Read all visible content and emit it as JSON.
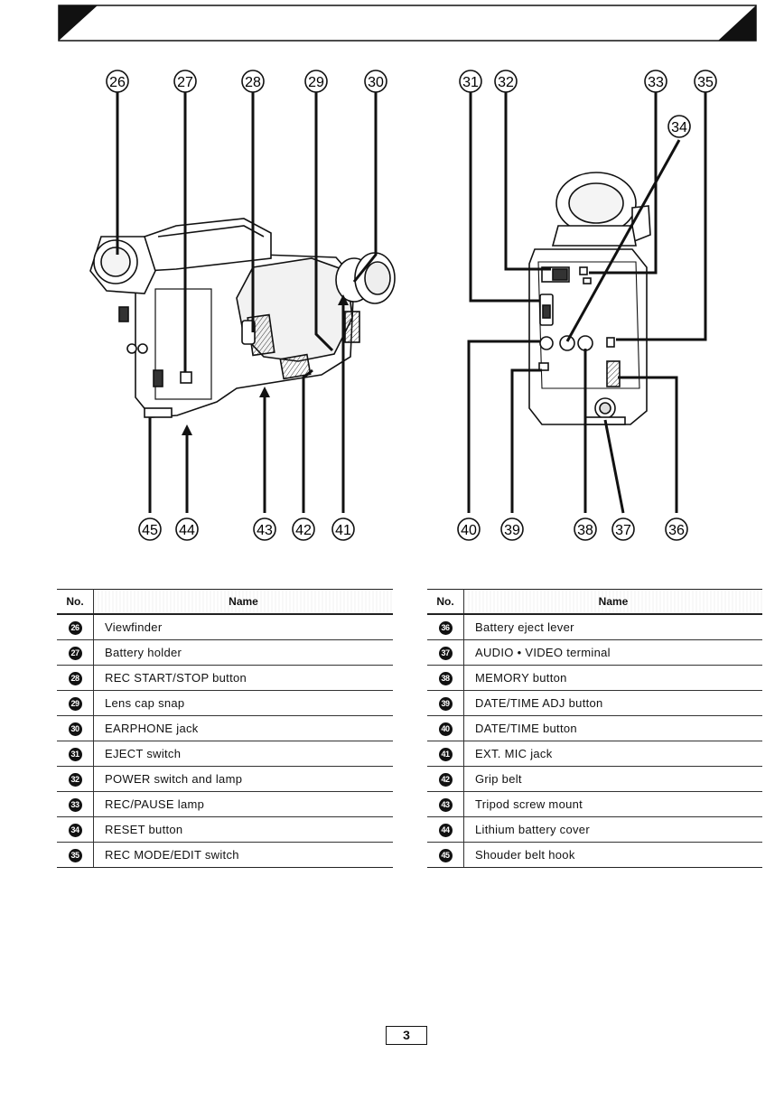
{
  "callouts_top_left": [
    "26",
    "27",
    "28",
    "29",
    "30"
  ],
  "callouts_bottom_left": [
    "45",
    "44",
    "43",
    "42",
    "41"
  ],
  "callouts_top_right": [
    "31",
    "32",
    "33",
    "35",
    "34"
  ],
  "callouts_bottom_right": [
    "40",
    "39",
    "38",
    "37",
    "36"
  ],
  "table_headers": {
    "no": "No.",
    "name": "Name"
  },
  "table_left": [
    {
      "no": "26",
      "name": "Viewfinder"
    },
    {
      "no": "27",
      "name": "Battery holder"
    },
    {
      "no": "28",
      "name": "REC START/STOP button"
    },
    {
      "no": "29",
      "name": "Lens cap snap"
    },
    {
      "no": "30",
      "name": "EARPHONE jack"
    },
    {
      "no": "31",
      "name": "EJECT switch"
    },
    {
      "no": "32",
      "name": "POWER switch and lamp"
    },
    {
      "no": "33",
      "name": "REC/PAUSE lamp"
    },
    {
      "no": "34",
      "name": "RESET button"
    },
    {
      "no": "35",
      "name": "REC MODE/EDIT switch"
    }
  ],
  "table_right": [
    {
      "no": "36",
      "name": "Battery eject lever"
    },
    {
      "no": "37",
      "name": "AUDIO • VIDEO terminal"
    },
    {
      "no": "38",
      "name": "MEMORY button"
    },
    {
      "no": "39",
      "name": "DATE/TIME ADJ button"
    },
    {
      "no": "40",
      "name": "DATE/TIME button"
    },
    {
      "no": "41",
      "name": "EXT. MIC jack"
    },
    {
      "no": "42",
      "name": "Grip belt"
    },
    {
      "no": "43",
      "name": "Tripod screw mount"
    },
    {
      "no": "44",
      "name": "Lithium battery cover"
    },
    {
      "no": "45",
      "name": "Shouder belt hook"
    }
  ],
  "page_number": "3"
}
